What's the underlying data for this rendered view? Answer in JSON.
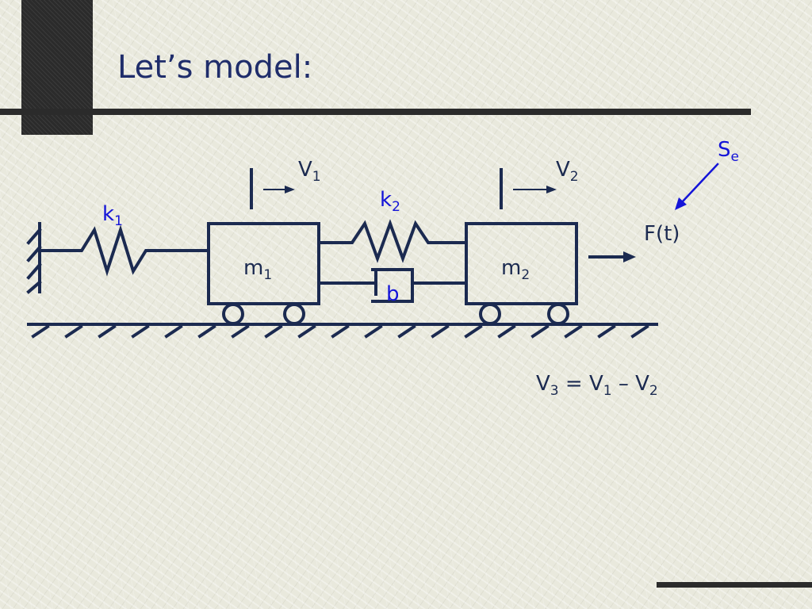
{
  "slide": {
    "title": "Let’s model:"
  },
  "diagram": {
    "spring1": {
      "symbol": "k",
      "sub": "1"
    },
    "spring2": {
      "symbol": "k",
      "sub": "2"
    },
    "mass1": {
      "symbol": "m",
      "sub": "1"
    },
    "mass2": {
      "symbol": "m",
      "sub": "2"
    },
    "damper": {
      "label": "b"
    },
    "velocity1": {
      "symbol": "V",
      "sub": "1"
    },
    "velocity2": {
      "symbol": "V",
      "sub": "2"
    },
    "force": {
      "label": "F(t)"
    },
    "source": {
      "symbol": "S",
      "sub": "e"
    },
    "equation": {
      "lhs": "V",
      "lhs_sub": "3",
      "eq": " = ",
      "t1": "V",
      "t1_sub": "1",
      "op": " – ",
      "t2": "V",
      "t2_sub": "2"
    }
  },
  "colors": {
    "stroke": "#1b2a50",
    "label_blue": "#1414d8",
    "accent_dark": "#2b2b2b"
  }
}
